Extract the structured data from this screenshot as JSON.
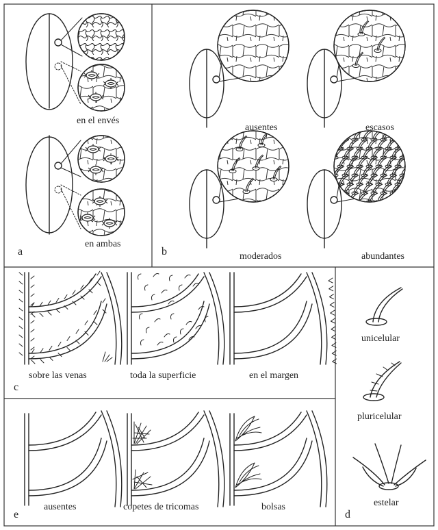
{
  "panels": {
    "a": {
      "letter": "a",
      "labels": [
        "en el envés",
        "en ambas"
      ]
    },
    "b": {
      "letter": "b",
      "labels": [
        "ausentes",
        "escasos",
        "moderados",
        "abundantes"
      ]
    },
    "c": {
      "letter": "c",
      "labels": [
        "sobre las venas",
        "toda la superficie",
        "en el margen"
      ]
    },
    "d": {
      "letter": "d",
      "labels": [
        "unicelular",
        "pluricelular",
        "estelar"
      ]
    },
    "e": {
      "letter": "e",
      "labels": [
        "ausentes",
        "copetes de tricomas",
        "bolsas"
      ]
    }
  }
}
